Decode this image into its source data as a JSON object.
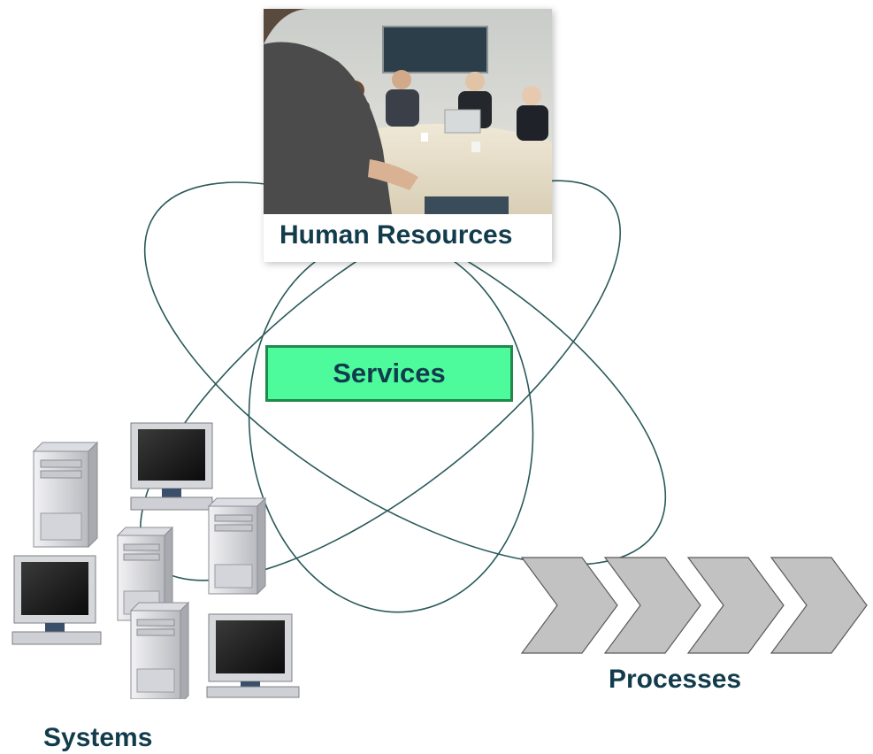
{
  "nodes": {
    "human_resources": "Human Resources",
    "services": "Services",
    "processes": "Processes",
    "systems": "Systems"
  },
  "colors": {
    "label_text": "#123c4c",
    "services_fill": "#4dfa9c",
    "services_border": "#1f8a4c",
    "orbit_stroke": "#2a5a5a",
    "chevron_fill": "#c2c2c2",
    "chevron_stroke": "#5a5a5a"
  },
  "icons": {
    "photo": "meeting-photo",
    "computers": "server-tower-and-monitor-icons",
    "process_arrows": "chevron-arrow-icons"
  }
}
